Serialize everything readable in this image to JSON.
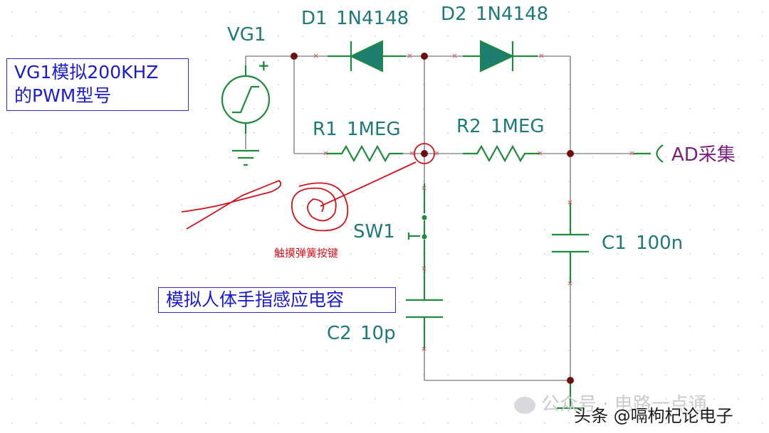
{
  "components": {
    "vg1": {
      "ref": "VG1",
      "plus": "+"
    },
    "d1": {
      "ref": "D1",
      "value": "1N4148"
    },
    "d2": {
      "ref": "D2",
      "value": "1N4148"
    },
    "r1": {
      "ref": "R1",
      "value": "1MEG"
    },
    "r2": {
      "ref": "R2",
      "value": "1MEG"
    },
    "sw1": {
      "ref": "SW1"
    },
    "c1": {
      "ref": "C1",
      "value": "100n"
    },
    "c2": {
      "ref": "C2",
      "value": "10p"
    }
  },
  "labels": {
    "output_port": "AD采集",
    "touch_spring": "触摸弹簧按键"
  },
  "notes": {
    "vg1_note_line1": "VG1模拟200KHZ",
    "vg1_note_line2": "的PWM型号",
    "finger_note": "模拟人体手指感应电容"
  },
  "watermark": {
    "faint": "公众号 · 电路一点通",
    "main": "头条 @嗝枸杞论电子"
  },
  "colors": {
    "wire": "#8b8f96",
    "component": "#1f8a3c",
    "label": "#1e7a78",
    "node": "#6b0f0f",
    "note": "#1a1ad0",
    "annotation": "#d0141e",
    "port_label": "#7a1f7a"
  }
}
